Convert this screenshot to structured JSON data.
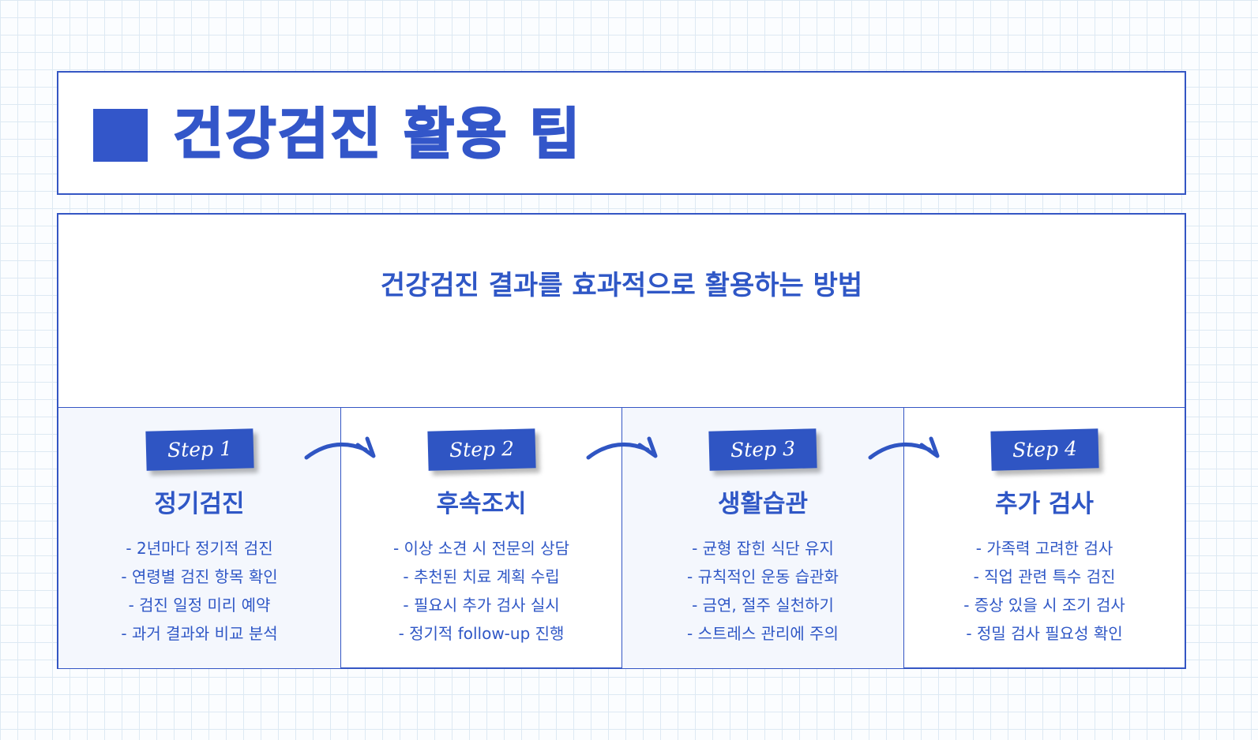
{
  "title": "건강검진 활용 팁",
  "subtitle": "건강검진 결과를 효과적으로 활용하는 방법",
  "colors": {
    "accent": "#3356c9",
    "border": "#3456c4",
    "shade": "#f4f7fd"
  },
  "steps": [
    {
      "tag": "Step 1",
      "heading": "정기검진",
      "items": [
        "- 2년마다 정기적 검진",
        "- 연령별 검진 항목 확인",
        "- 검진 일정 미리 예약",
        "- 과거 결과와 비교 분석"
      ]
    },
    {
      "tag": "Step 2",
      "heading": "후속조치",
      "items": [
        "- 이상 소견 시 전문의 상담",
        "- 추천된 치료 계획 수립",
        "- 필요시 추가 검사 실시",
        "- 정기적 follow-up 진행"
      ]
    },
    {
      "tag": "Step 3",
      "heading": "생활습관",
      "items": [
        "- 균형 잡힌 식단 유지",
        "- 규칙적인 운동 습관화",
        "- 금연, 절주 실천하기",
        "- 스트레스 관리에 주의"
      ]
    },
    {
      "tag": "Step 4",
      "heading": "추가 검사",
      "items": [
        "- 가족력 고려한 검사",
        "- 직업 관련 특수 검진",
        "- 증상 있을 시 조기 검사",
        "- 정밀 검사 필요성 확인"
      ]
    }
  ]
}
